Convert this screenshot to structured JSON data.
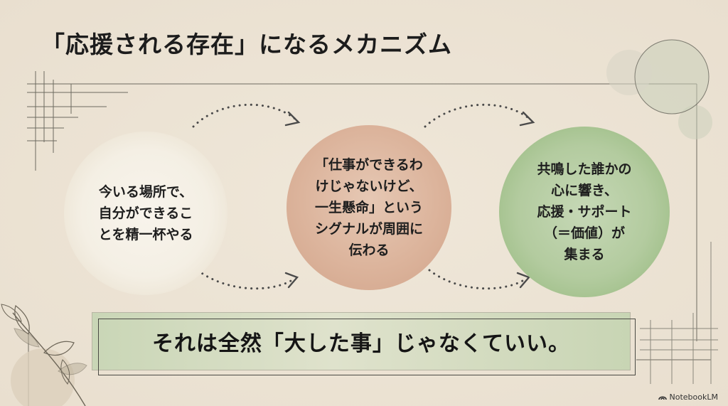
{
  "title": "「応援される存在」になるメカニズム",
  "steps": [
    {
      "text": "今いる場所で、\n自分ができるこ\nとを精一杯やる"
    },
    {
      "text": "「仕事ができるわ\nけじゃないけど、\n一生懸命」という\nシグナルが周囲に\n伝わる"
    },
    {
      "text": "共鳴した誰かの\n心に響き、\n応援・サポート\n（＝価値）が\n集まる"
    }
  ],
  "banner": {
    "text": "それは全然「大した事」じゃなくていい。"
  },
  "brand": {
    "label": "NotebookLM"
  },
  "colors": {
    "background": "#ece3d4",
    "step1": "#f4efe4",
    "step2": "#dcb49c",
    "step3": "#b3cb9f",
    "banner": "#d3dcc0",
    "arrow": "#4a4a4a"
  }
}
